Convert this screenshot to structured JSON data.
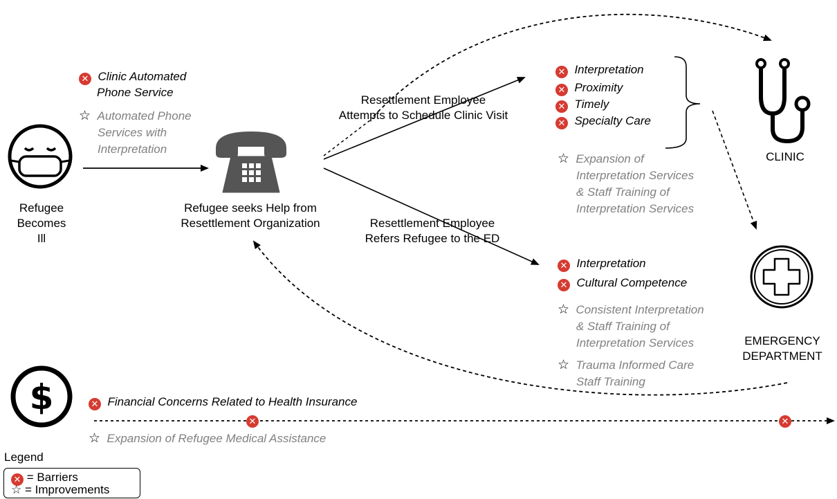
{
  "colors": {
    "barrier_red": "#d63b31",
    "improvement_gray": "#808080",
    "line": "#000000"
  },
  "icons": {
    "refugee": "masked-face-icon",
    "phone": "telephone-icon",
    "clinic": "stethoscope-icon",
    "ed": "medical-cross-icon",
    "money": "dollar-icon",
    "barrier": "red-x-icon",
    "improvement": "star-icon"
  },
  "nodes": {
    "refugee": [
      "Refugee",
      "Becomes",
      "Ill"
    ],
    "phone": [
      "Refugee seeks Help from",
      "Resettlement Organization"
    ],
    "clinic": "CLINIC",
    "ed": [
      "EMERGENCY",
      "DEPARTMENT"
    ]
  },
  "edges": {
    "schedule": [
      "Resettlement Employee",
      "Attempts to Schedule Clinic Visit"
    ],
    "refer": [
      "Resettlement Employee",
      "Refers Refugee to the ED"
    ]
  },
  "phone_service": {
    "barrier": [
      "Clinic Automated",
      "Phone Service"
    ],
    "improvement": [
      "Automated Phone",
      "Services with",
      "Interpretation"
    ]
  },
  "clinic_branch": {
    "barriers": [
      "Interpretation",
      "Proximity",
      "Timely",
      "Specialty Care"
    ],
    "improvement": [
      "Expansion of",
      "Interpretation Services",
      "& Staff Training of",
      "Interpretation Services"
    ]
  },
  "ed_branch": {
    "barriers": [
      "Interpretation",
      "Cultural Competence"
    ],
    "improvement_1": [
      "Consistent Interpretation",
      "& Staff Training of",
      "Interpretation Services"
    ],
    "improvement_2": [
      "Trauma Informed Care",
      "Staff Training"
    ]
  },
  "financial": {
    "barrier": "Financial Concerns Related to Health Insurance",
    "improvement": "Expansion of Refugee Medical Assistance"
  },
  "legend": {
    "title": "Legend",
    "barriers": "= Barriers",
    "improvements": "= Improvements"
  }
}
